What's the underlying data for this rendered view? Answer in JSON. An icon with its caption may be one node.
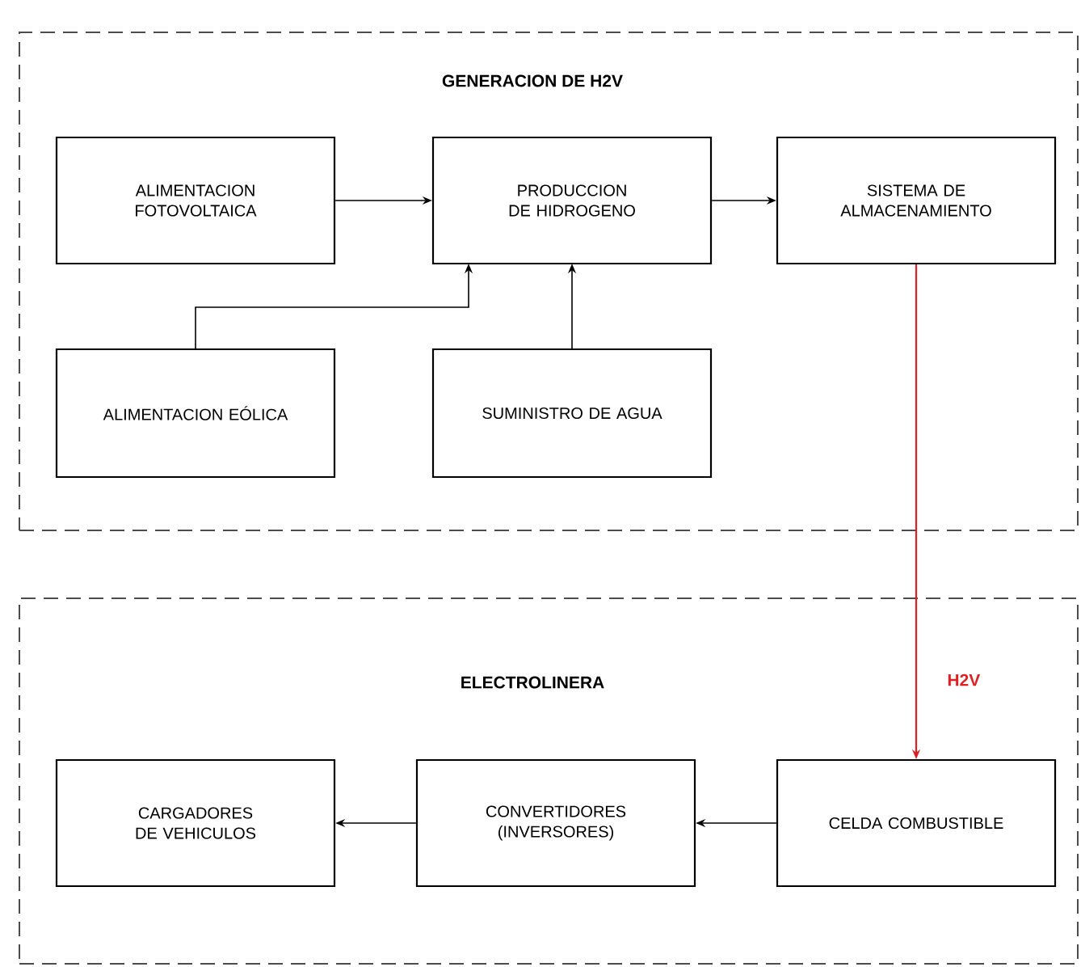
{
  "diagram": {
    "nodes": [
      {
        "text": [
          "GENERACION DE H2V"
        ]
      },
      {
        "text": [
          "ALIMENTACION FOTOVOLTAICA"
        ],
        "in": 0
      },
      {
        "text": [
          "PRODUCCION DE HIDROGENO"
        ],
        "in": 0
      },
      {
        "text": [
          "SISTEMA DE ALMACENAMIENTO"
        ],
        "in": 0
      },
      {
        "text": [
          "ALIMENTACION EÓLICA"
        ],
        "in": 0
      },
      {
        "text": [
          "SUMINISTRO DE AGUA"
        ],
        "in": 0
      },
      {
        "text": [
          "ELECTROLINERA"
        ]
      },
      {
        "text": [
          "CARGADORES DE VEHICULOS"
        ],
        "in": 6
      },
      {
        "text": [
          "CONVERTIDORES (INVERSORES)"
        ],
        "in": 6
      },
      {
        "text": [
          "CELDA COMBUSTIBLE"
        ],
        "in": 6
      }
    ],
    "edges": [
      {
        "from": 1,
        "to": 2,
        "arrow": "to"
      },
      {
        "from": 2,
        "to": 3,
        "arrow": "to"
      },
      {
        "from": 4,
        "to": 2,
        "arrow": "to"
      },
      {
        "from": 5,
        "to": 2,
        "arrow": "to"
      },
      {
        "from": 3,
        "to": 9,
        "arrow": "to",
        "label": "H2V",
        "color": "#e02020"
      },
      {
        "from": 9,
        "to": 8,
        "arrow": "to"
      },
      {
        "from": 8,
        "to": 7,
        "arrow": "to"
      }
    ]
  }
}
